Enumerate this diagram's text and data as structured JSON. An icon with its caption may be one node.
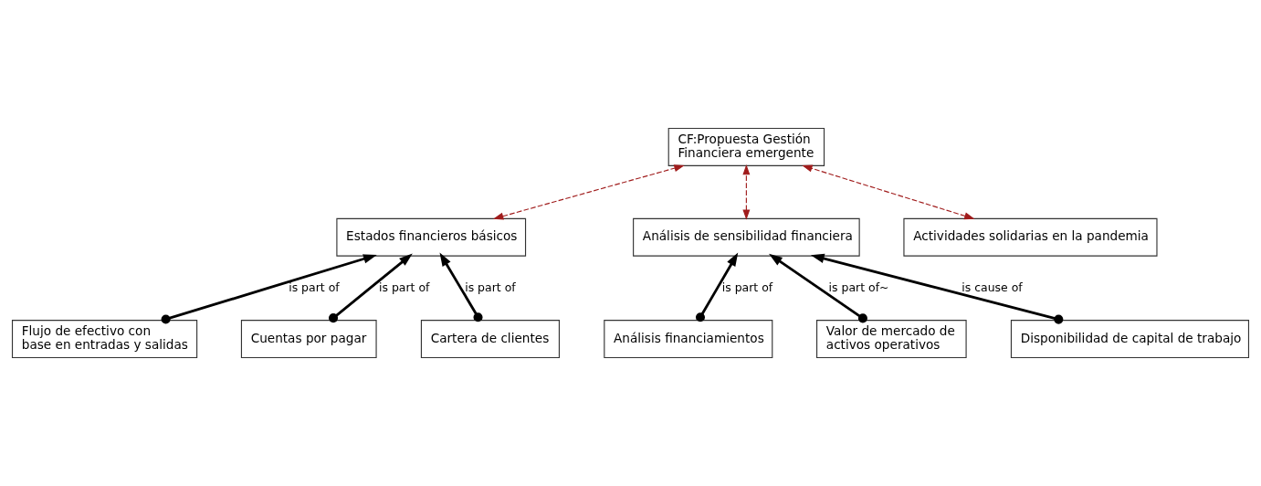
{
  "diagram": {
    "nodes": [
      {
        "text": [
          "CF:Propuesta Gestión Financiera emergente"
        ]
      },
      {
        "text": [
          "Estados financieros básicos"
        ]
      },
      {
        "text": [
          "Análisis de sensibilidad financiera"
        ]
      },
      {
        "text": [
          "Actividades solidarias en la pandemia"
        ]
      },
      {
        "text": [
          "Flujo de efectivo con base en entradas y salidas"
        ]
      },
      {
        "text": [
          "Cuentas por pagar"
        ]
      },
      {
        "text": [
          "Cartera de clientes"
        ]
      },
      {
        "text": [
          "Análisis financiamientos"
        ]
      },
      {
        "text": [
          "Valor de mercado de activos operativos"
        ]
      },
      {
        "text": [
          "Disponibilidad de capital de trabajo"
        ]
      }
    ],
    "edges": [
      {
        "from": 1,
        "to": 0,
        "arrow": "both",
        "style": "dashed",
        "color": "#a01c1c"
      },
      {
        "from": 2,
        "to": 0,
        "arrow": "both",
        "style": "dashed",
        "color": "#a01c1c"
      },
      {
        "from": 3,
        "to": 0,
        "arrow": "both",
        "style": "dashed",
        "color": "#a01c1c"
      },
      {
        "from": 4,
        "to": 1,
        "arrow": "to",
        "label": "is part of"
      },
      {
        "from": 5,
        "to": 1,
        "arrow": "to",
        "label": "is part of"
      },
      {
        "from": 6,
        "to": 1,
        "arrow": "to",
        "label": "is part of"
      },
      {
        "from": 7,
        "to": 2,
        "arrow": "to",
        "label": "is part of"
      },
      {
        "from": 8,
        "to": 2,
        "arrow": "to",
        "label": "is part of~"
      },
      {
        "from": 9,
        "to": 2,
        "arrow": "to",
        "label": "is cause of"
      }
    ]
  }
}
